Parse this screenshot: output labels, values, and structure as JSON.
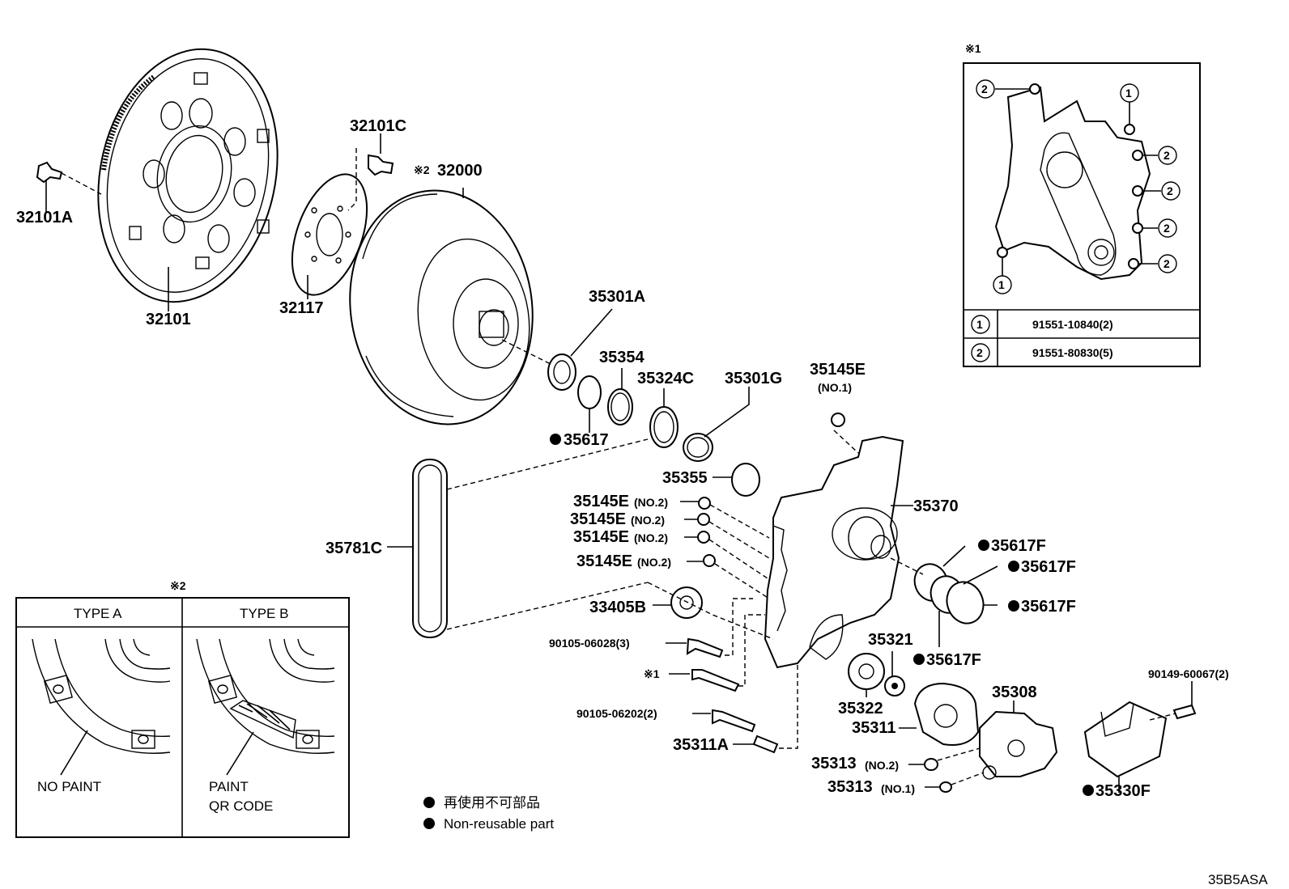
{
  "callouts": [
    {
      "id": "c32101A",
      "text": "32101A"
    },
    {
      "id": "c32101",
      "text": "32101"
    },
    {
      "id": "c32101C",
      "text": "32101C"
    },
    {
      "id": "c32117",
      "text": "32117"
    },
    {
      "id": "c32000",
      "text": "32000",
      "prefix": "※2"
    },
    {
      "id": "c35301A",
      "text": "35301A"
    },
    {
      "id": "c35354",
      "text": "35354"
    },
    {
      "id": "c35324C",
      "text": "35324C"
    },
    {
      "id": "c35301G",
      "text": "35301G"
    },
    {
      "id": "c35145E",
      "text": "35145E",
      "sub": "(NO.1)"
    },
    {
      "id": "c35617",
      "text": "35617",
      "non_reusable": true
    },
    {
      "id": "c35355",
      "text": "35355"
    },
    {
      "id": "c35145E_1",
      "text": "35145E",
      "sub": "(NO.2)"
    },
    {
      "id": "c35145E_2",
      "text": "35145E",
      "sub": "(NO.2)"
    },
    {
      "id": "c35145E_3",
      "text": "35145E",
      "sub": "(NO.2)"
    },
    {
      "id": "c35145E_4",
      "text": "35145E",
      "sub": "(NO.2)"
    },
    {
      "id": "c35370",
      "text": "35370"
    },
    {
      "id": "c35781C",
      "text": "35781C"
    },
    {
      "id": "c35617F_1",
      "text": "35617F",
      "non_reusable": true
    },
    {
      "id": "c35617F_2",
      "text": "35617F",
      "non_reusable": true
    },
    {
      "id": "c35617F_3",
      "text": "35617F",
      "non_reusable": true
    },
    {
      "id": "c35617F_4",
      "text": "35617F",
      "non_reusable": true
    },
    {
      "id": "c33405B",
      "text": "33405B"
    },
    {
      "id": "c35321",
      "text": "35321"
    },
    {
      "id": "c90105_06028",
      "text": "90105-06028(3)"
    },
    {
      "id": "cStar1",
      "text": "※1"
    },
    {
      "id": "c35322",
      "text": "35322"
    },
    {
      "id": "c35308",
      "text": "35308"
    },
    {
      "id": "c90149",
      "text": "90149-60067(2)"
    },
    {
      "id": "c90105_06202",
      "text": "90105-06202(2)"
    },
    {
      "id": "c35311",
      "text": "35311"
    },
    {
      "id": "c35311A",
      "text": "35311A"
    },
    {
      "id": "c35313_2",
      "text": "35313",
      "sub": "(NO.2)"
    },
    {
      "id": "c35313_1",
      "text": "35313",
      "sub": "(NO.1)"
    },
    {
      "id": "c35330F",
      "text": "35330F",
      "non_reusable": true
    }
  ],
  "inset1": {
    "title": "※1",
    "rows": [
      {
        "symbol": "1",
        "part": "91551-10840(2)"
      },
      {
        "symbol": "2",
        "part": "91551-80830(5)"
      }
    ]
  },
  "inset2": {
    "title": "※2",
    "type_a": {
      "header": "TYPE A",
      "caption": "NO PAINT"
    },
    "type_b": {
      "header": "TYPE B",
      "caption_line1": "PAINT",
      "caption_line2": "QR CODE"
    }
  },
  "legend": {
    "line_ja": "再使用不可部品",
    "line_en": "Non-reusable part"
  },
  "figure_code": "35B5ASA"
}
